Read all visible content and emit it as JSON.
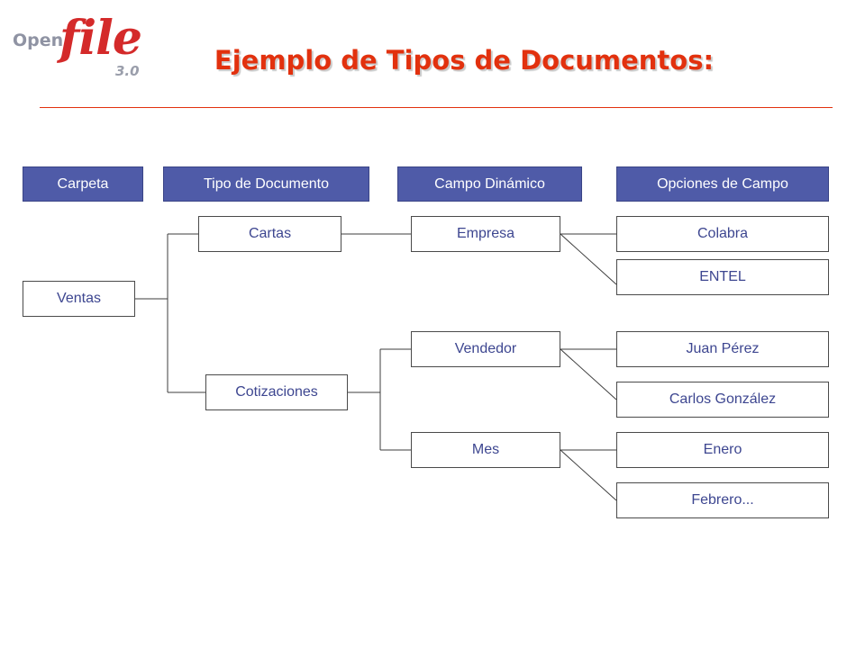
{
  "logo": {
    "open": "Open",
    "file": "file",
    "version": "3.0"
  },
  "title": "Ejemplo de Tipos de Documentos:",
  "headers": {
    "carpeta": "Carpeta",
    "tipo_documento": "Tipo de Documento",
    "campo_dinamico": "Campo Dinámico",
    "opciones_campo": "Opciones de Campo"
  },
  "nodes": {
    "ventas": "Ventas",
    "cartas": "Cartas",
    "cotizaciones": "Cotizaciones",
    "empresa": "Empresa",
    "vendedor": "Vendedor",
    "mes": "Mes",
    "colabra": "Colabra",
    "entel": "ENTEL",
    "juan_perez": "Juan Pérez",
    "carlos_gonzalez": "Carlos González",
    "enero": "Enero",
    "febrero": "Febrero..."
  },
  "colors": {
    "title": "#e2310e",
    "header_fill": "#4f5ba8",
    "node_text": "#3d4690"
  }
}
